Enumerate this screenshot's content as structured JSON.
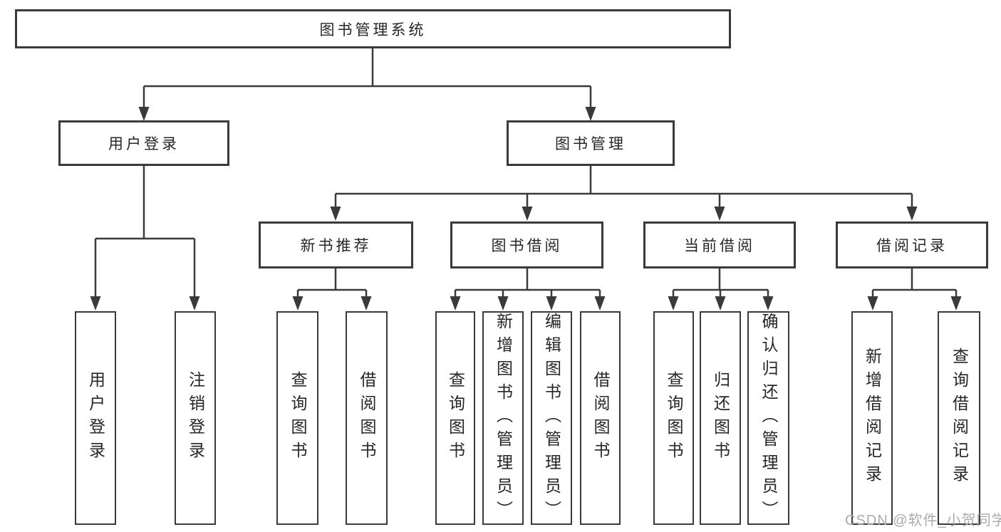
{
  "nodes": {
    "root": "图书管理系统",
    "user_login": "用户登录",
    "book_mgmt": "图书管理",
    "new_book_rec": "新书推荐",
    "book_borrow": "图书借阅",
    "current_borrow": "当前借阅",
    "borrow_records": "借阅记录",
    "leaf_user_login": "用户登录",
    "leaf_logout": "注销登录",
    "leaf_rec_query": "查询图书",
    "leaf_rec_borrow": "借阅图书",
    "leaf_bb_query": "查询图书",
    "leaf_bb_add": "新增图书（管理员）",
    "leaf_bb_edit": "编辑图书（管理员）",
    "leaf_bb_borrow": "借阅图书",
    "leaf_cb_query": "查询图书",
    "leaf_cb_return": "归还图书",
    "leaf_cb_confirm": "确认归还（管理员）",
    "leaf_br_add": "新增借阅记录",
    "leaf_br_query": "查询借阅记录"
  },
  "watermark": "CSDN @软件_小贺同学",
  "colors": {
    "line": "#3a3a3a",
    "box_border": "#3a3a3a",
    "text": "#262626",
    "background": "#ffffff",
    "watermark": "#ababab"
  }
}
